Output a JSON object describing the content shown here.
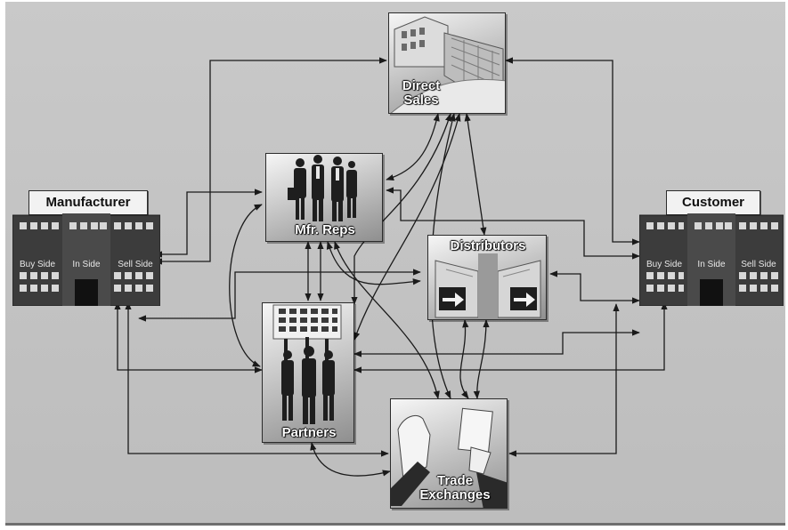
{
  "nodes": {
    "manufacturer": {
      "title": "Manufacturer",
      "sections": [
        "Buy Side",
        "In Side",
        "Sell Side"
      ]
    },
    "customer": {
      "title": "Customer",
      "sections": [
        "Buy Side",
        "In Side",
        "Sell Side"
      ]
    },
    "direct_sales": {
      "line1": "Direct",
      "line2": "Sales"
    },
    "mfr_reps": {
      "label": "Mfr. Reps"
    },
    "distributors": {
      "label": "Distributors"
    },
    "partners": {
      "label": "Partners"
    },
    "trade_exchanges": {
      "line1": "Trade",
      "line2": "Exchanges"
    }
  },
  "colors": {
    "background": "#c4c4c4",
    "wire": "#1a1a1a",
    "building": "#3c3c3c",
    "label_text": "#ffffff"
  }
}
